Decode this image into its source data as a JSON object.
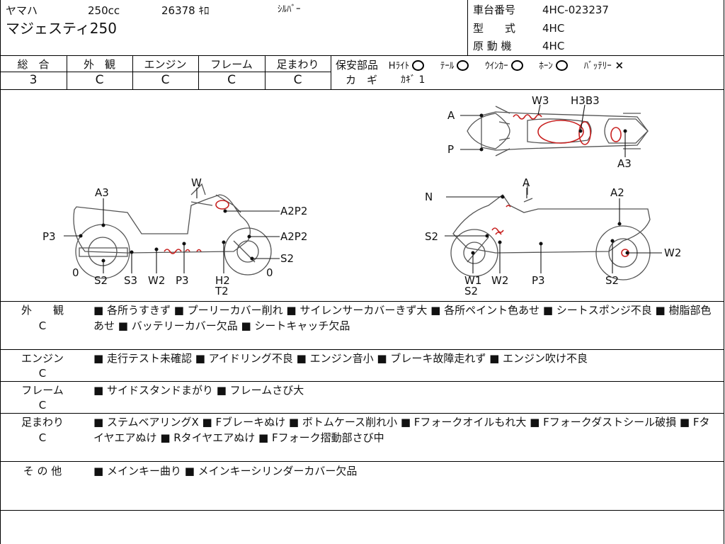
{
  "header": {
    "maker": "ヤマハ",
    "displacement": "250cc",
    "mileage": "26378 ｷﾛ",
    "color": "ｼﾙﾊﾞｰ",
    "model_name": "マジェスティ250",
    "frame_no_label": "車台番号",
    "frame_no_value": "4HC-023237",
    "type_label": "型　　式",
    "type_value": "4HC",
    "engine_label": "原 動 機",
    "engine_value": "4HC"
  },
  "grades": {
    "overall_label": "総　合",
    "overall_value": "3",
    "exterior_label": "外　観",
    "exterior_value": "C",
    "engine_label": "エンジン",
    "engine_value": "C",
    "frame_label": "フレーム",
    "frame_value": "C",
    "suspension_label": "足まわり",
    "suspension_value": "C"
  },
  "safety": {
    "label": "保安部品",
    "headlight": "Hﾗｲﾄ",
    "tail": "ﾃｰﾙ",
    "winker": "ｳｲﾝｶｰ",
    "horn": "ﾎｰﾝ",
    "battery": "ﾊﾞｯﾃﾘｰ",
    "battery_mark": "×",
    "key_label": "カ　ギ",
    "key_value": "ｶｷﾞ 1"
  },
  "diagram_labels": {
    "top_a": "A",
    "top_p": "P",
    "top_w3": "W3",
    "top_h3b3": "H3B3",
    "top_a3": "A3",
    "l_w": "W",
    "l_a3": "A3",
    "l_p3": "P3",
    "l_a2p2_upper": "A2P2",
    "l_a2p2_lower": "A2P2",
    "l_s2_right": "S2",
    "l_zero_left": "0",
    "l_zero_right": "0",
    "l_bottom_s2": "S2",
    "l_bottom_s3": "S3",
    "l_bottom_w2": "W2",
    "l_bottom_p3": "P3",
    "l_bottom_h2": "H2",
    "l_bottom_t2": "T2",
    "r_n": "N",
    "r_a": "A",
    "r_a2": "A2",
    "r_s2_left": "S2",
    "r_w2_right": "W2",
    "r_bottom_w1": "W1",
    "r_bottom_s2a": "S2",
    "r_bottom_w2": "W2",
    "r_bottom_p3": "P3",
    "r_bottom_s2b": "S2"
  },
  "comments": [
    {
      "category": "外　　観",
      "grade": "C",
      "text": "■ 各所うすきず ■ プーリーカバー削れ ■ サイレンサーカバーきず大 ■ 各所ペイント色あせ ■ シートスポンジ不良 ■ 樹脂部色あせ ■ バッテリーカバー欠品 ■ シートキャッチ欠品"
    },
    {
      "category": "エンジン",
      "grade": "C",
      "text": "■ 走行テスト未確認 ■ アイドリング不良 ■ エンジン音小 ■ ブレーキ故障走れず ■ エンジン吹け不良"
    },
    {
      "category": "フレーム",
      "grade": "C",
      "text": "■ サイドスタンドまがり ■ フレームさび大"
    },
    {
      "category": "足まわり",
      "grade": "C",
      "text": "■ ステムベアリングX ■ Fブレーキぬけ ■ ボトムケース削れ小 ■ Fフォークオイルもれ大 ■ Fフォークダストシール破損 ■ Fタイヤエアぬけ ■ Rタイヤエアぬけ ■ Fフォーク摺動部さび中"
    },
    {
      "category": "そ の 他",
      "grade": "",
      "text": "■ メインキー曲り ■ メインキーシリンダーカバー欠品"
    }
  ],
  "colors": {
    "damage_mark": "#c8201f",
    "line": "#000000",
    "drawing": "#555555"
  }
}
